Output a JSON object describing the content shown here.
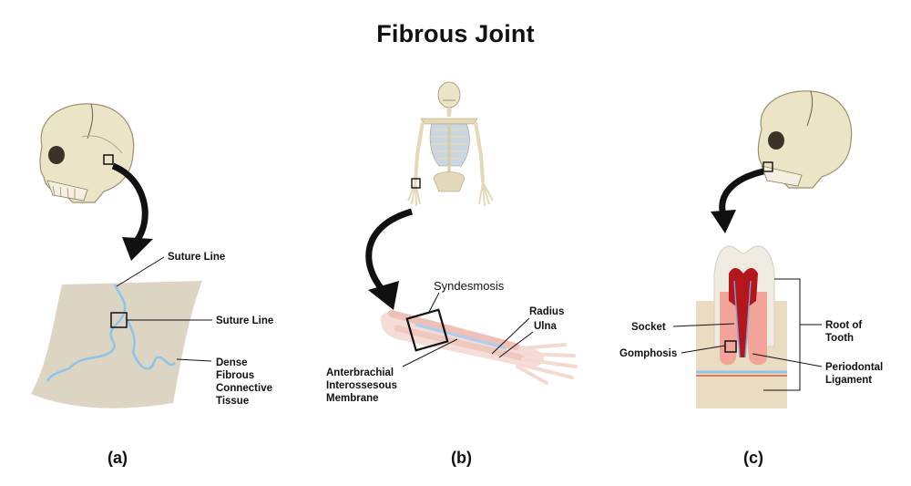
{
  "title": "Fibrous Joint",
  "panels": {
    "a": {
      "label": "(a)",
      "suture_line_top": "Suture Line",
      "suture_line_mid": "Suture Line",
      "tissue": [
        "Dense",
        "Fibrous",
        "Connective",
        "Tissue"
      ]
    },
    "b": {
      "label": "(b)",
      "syndesmosis": "Syndesmosis",
      "radius": "Radius",
      "ulna": "Ulna",
      "membrane": [
        "Anterbrachial",
        "Interossesous",
        "Membrane"
      ]
    },
    "c": {
      "label": "(c)",
      "socket": "Socket",
      "gomphosis": "Gomphosis",
      "root": [
        "Root of",
        "Tooth"
      ],
      "ligament": [
        "Periodontal",
        "Ligament"
      ]
    }
  },
  "colors": {
    "bone": "#e9e2c8",
    "tissue_sheet": "#ddd5c4",
    "suture": "#8fc3e8",
    "arrow": "#111111",
    "gum": "#f3a49a",
    "pulp": "#b5161b"
  }
}
